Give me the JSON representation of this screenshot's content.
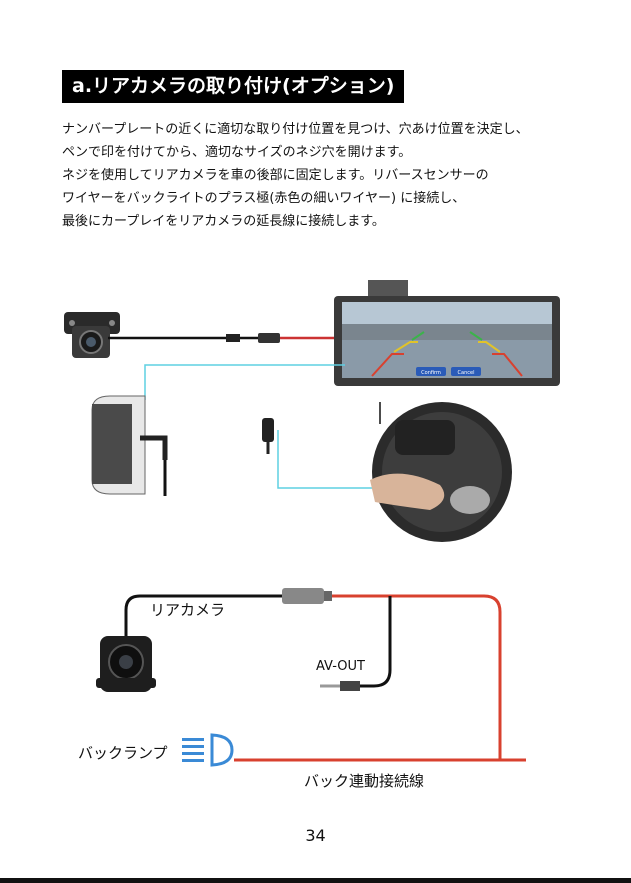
{
  "section_title": "a.リアカメラの取り付け(オプション)",
  "paragraph_lines": [
    "ナンバープレートの近くに適切な取り付け位置を見つけ、穴あけ位置を決定し、",
    "ペンで印を付けてから、適切なサイズのネジ穴を開けます。",
    "ネジを使用してリアカメラを車の後部に固定します。リバースセンサーの",
    "ワイヤーをバックライトのプラス極(赤色の細いワイヤー) に接続し、",
    "最後にカープレイをリアカメラの延長線に接続します。"
  ],
  "screen_buttons": [
    "Confirm",
    "Cancel"
  ],
  "wiring": {
    "rear_camera_label": "リアカメラ",
    "av_out_label": "AV-OUT",
    "back_lamp_label": "バックランプ",
    "reverse_wire_label": "バック連動接続線"
  },
  "page_number": "34",
  "colors": {
    "red_wire": "#d8412f",
    "cyan_line": "#5fd0e2",
    "lamp_blue": "#3a8ad6"
  }
}
